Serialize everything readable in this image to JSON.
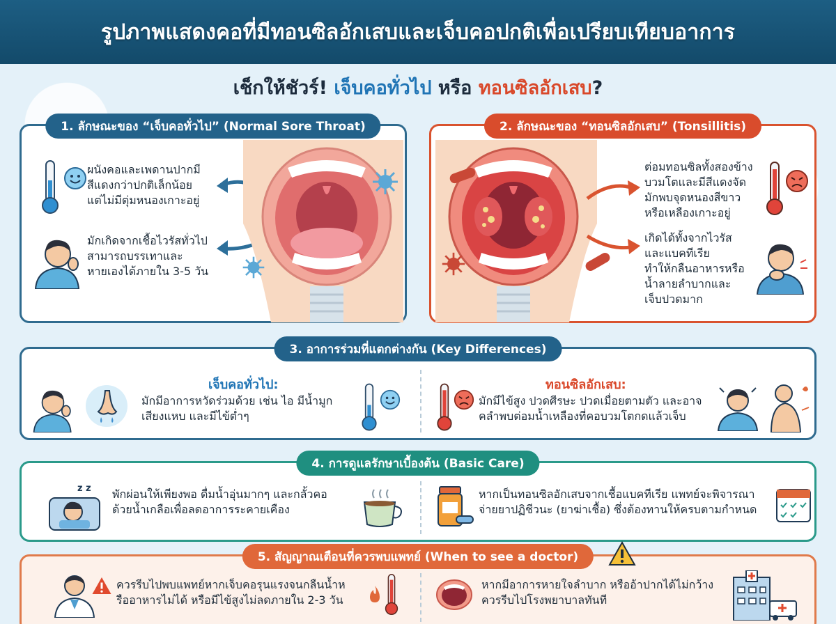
{
  "header": {
    "title": "รูปภาพแสดงคอที่มีทอนซิลอักเสบและเจ็บคอปกติเพื่อเปรียบเทียบอาการ"
  },
  "subtitle": {
    "prefix": "เช็กให้ชัวร์! ",
    "normal": "เจ็บคอทั่วไป",
    "middle": " หรือ ",
    "tonsil": "ทอนซิลอักเสบ",
    "suffix": "?"
  },
  "section1": {
    "title": "1. ลักษณะของ “เจ็บคอทั่วไป” (Normal Sore Throat)",
    "point1": [
      "ผนังคอและเพดานปากมี",
      "สีแดงกว่าปกติเล็กน้อย",
      "แต่ไม่มีตุ่มหนองเกาะอยู่"
    ],
    "point2": [
      "มักเกิดจากเชื้อไวรัสทั่วไป",
      "สามารถบรรเทาและ",
      "หายเองได้ภายใน 3-5 วัน"
    ]
  },
  "section2": {
    "title": "2. ลักษณะของ “ทอนซิลอักเสบ” (Tonsillitis)",
    "point1": [
      "ต่อมทอนซิลทั้งสองข้าง",
      "บวมโตและมีสีแดงจัด",
      "มักพบจุดหนองสีขาว",
      "หรือเหลืองเกาะอยู่"
    ],
    "point2": [
      "เกิดได้ทั้งจากไวรัส",
      "และแบคทีเรีย",
      "ทำให้กลืนอาหารหรือ",
      "น้ำลายลำบากและ",
      "เจ็บปวดมาก"
    ]
  },
  "section3": {
    "title": "3. อาการร่วมที่แตกต่างกัน (Key Differences)",
    "normal_label": "เจ็บคอทั่วไป:",
    "normal_text": [
      "มักมีอาการหวัดร่วมด้วย เช่น ไอ มีน้ำมูก",
      "เสียงแหบ และมีไข้ต่ำๆ"
    ],
    "tonsil_label": "ทอนซิลอักเสบ:",
    "tonsil_text": [
      "มักมีไข้สูง ปวดศีรษะ ปวดเมื่อยตามตัว และอาจ",
      "คลำพบต่อมน้ำเหลืองที่คอบวมโตกดแล้วเจ็บ"
    ]
  },
  "section4": {
    "title": "4. การดูแลรักษาเบื้องต้น (Basic Care)",
    "left_text": [
      "พักผ่อนให้เพียงพอ ดื่มน้ำอุ่นมากๆ และกลั้วคอ",
      "ด้วยน้ำเกลือเพื่อลดอาการระคายเคือง"
    ],
    "right_text": [
      "หากเป็นทอนซิลอักเสบจากเชื้อแบคทีเรีย แพทย์จะพิจารณา",
      "จ่ายยาปฏิชีวนะ (ยาฆ่าเชื้อ) ซึ่งต้องทานให้ครบตามกำหนด"
    ],
    "sleep_zz": "z z"
  },
  "section5": {
    "title": "5. สัญญาณเตือนที่ควรพบแพทย์ (When to see a doctor)",
    "left_text": [
      "ควรรีบไปพบแพทย์หากเจ็บคอรุนแรงจนกลืนน้ำห",
      "รืออาหารไม่ได้ หรือมีไข้สูงไม่ลดภายใน 2-3 วัน"
    ],
    "right_text": [
      "หากมีอาการหายใจลำบาก หรืออ้าปากได้ไม่กว้าง",
      "ควรรีบไปโรงพยาบาลทันที"
    ]
  },
  "colors": {
    "navy": "#1d5e83",
    "blue_accent": "#1f74b5",
    "red_accent": "#d9482a",
    "teal": "#1f8f80",
    "orange": "#e0683a"
  }
}
